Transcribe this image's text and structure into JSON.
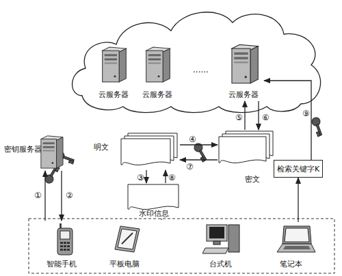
{
  "diagram": {
    "nodes": [
      {
        "text": [
          "云服务器"
        ]
      },
      {
        "text": [
          "云服务器"
        ]
      },
      {
        "text": [
          "云服务器"
        ]
      },
      {
        "text": [
          "密钥服务器"
        ]
      },
      {
        "text": [
          "明文"
        ]
      },
      {
        "text": [
          "密文"
        ]
      },
      {
        "text": [
          "水印信息"
        ]
      },
      {
        "text": [
          "检索关键字K"
        ]
      },
      {
        "text": [
          "智能手机"
        ]
      },
      {
        "text": [
          "平板电脑"
        ]
      },
      {
        "text": [
          "台式机"
        ]
      },
      {
        "text": [
          "笔记本"
        ]
      }
    ],
    "edges": [
      {
        "from": 8,
        "to": 3,
        "label": "①",
        "arrow": "to"
      },
      {
        "from": 3,
        "to": 8,
        "label": "②",
        "arrow": "to"
      },
      {
        "from": 4,
        "to": 6,
        "label": "③",
        "arrow": "to"
      },
      {
        "from": 6,
        "to": 4,
        "label": "⑧",
        "arrow": "to"
      },
      {
        "from": 4,
        "to": 5,
        "label": "④",
        "arrow": "to"
      },
      {
        "from": 5,
        "to": 4,
        "label": "⑦",
        "arrow": "to"
      },
      {
        "from": 5,
        "to": 2,
        "label": "⑤",
        "arrow": "to"
      },
      {
        "from": 2,
        "to": 5,
        "label": "⑥",
        "arrow": "to"
      },
      {
        "from": 7,
        "to": 2,
        "label": "⑨",
        "arrow": "to"
      },
      {
        "from": 11,
        "to": 7,
        "arrow": "to"
      }
    ],
    "labels": [
      "......"
    ]
  }
}
